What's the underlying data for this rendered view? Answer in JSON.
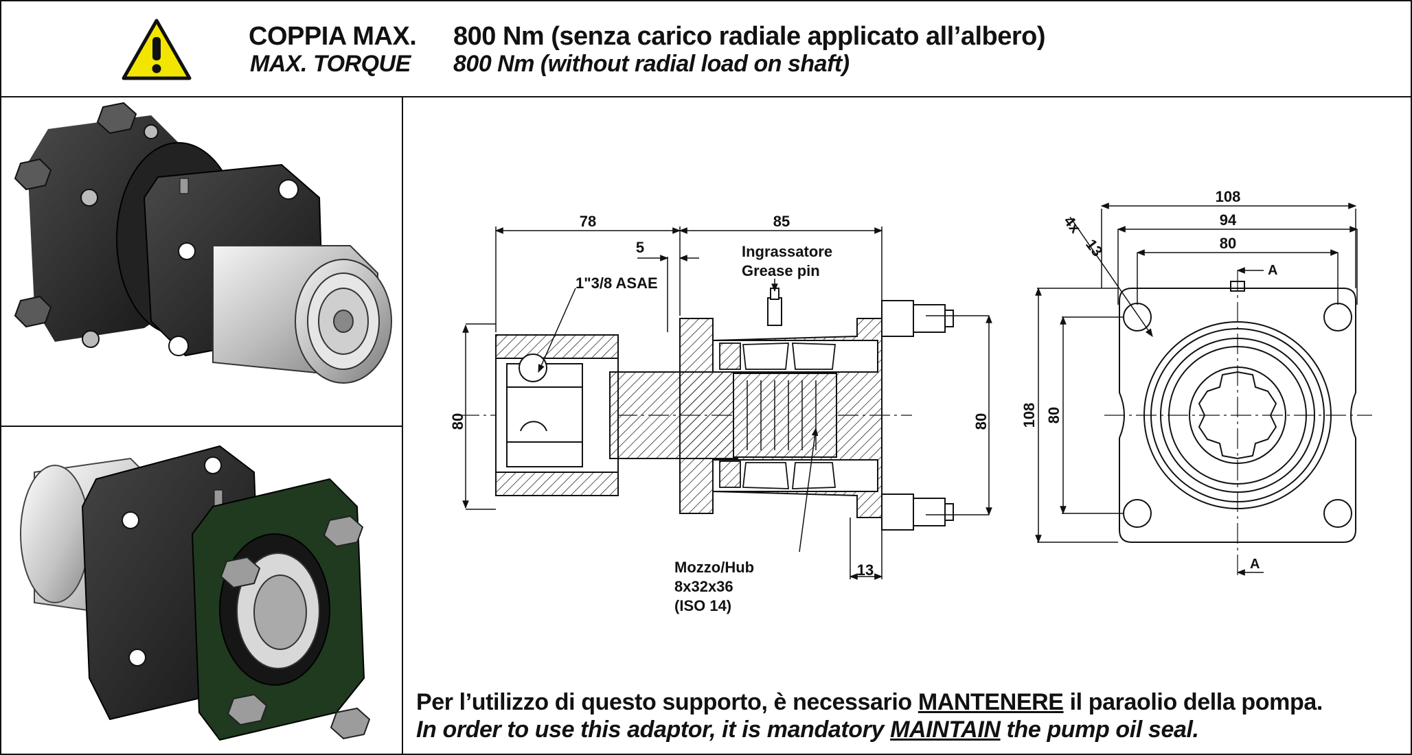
{
  "header": {
    "label_it": "COPPIA MAX.",
    "value_it": "800 Nm (senza carico radiale applicato all’albero)",
    "label_en": "MAX. TORQUE",
    "value_en": "800 Nm (without radial load on shaft)"
  },
  "warning_icon": "warning-triangle-icon",
  "drawing": {
    "dims_side": {
      "d78": "78",
      "d85": "85",
      "d5": "5",
      "d13": "13",
      "dia80_left": "80",
      "dia80_right": "80"
    },
    "callouts": {
      "asae": "1\"3/8 ASAE",
      "grease_it": "Ingrassatore",
      "grease_en": "Grease pin",
      "hub_it": "Mozzo/Hub",
      "hub_spec": "8x32x36",
      "hub_iso": "(ISO 14)"
    },
    "dims_front": {
      "d108_top": "108",
      "d94": "94",
      "d80_top": "80",
      "holes": "4x",
      "hole_dia": "13",
      "d108_left": "108",
      "d80_left": "80",
      "section_a": "A"
    }
  },
  "note": {
    "it_pre": "Per l’utilizzo di questo supporto, è necessario ",
    "it_emph": "MANTENERE",
    "it_post": " il paraolio della pompa.",
    "en_pre": "In order to use this adaptor, it is mandatory ",
    "en_emph": "MAINTAIN",
    "en_post": " the pump oil seal."
  }
}
